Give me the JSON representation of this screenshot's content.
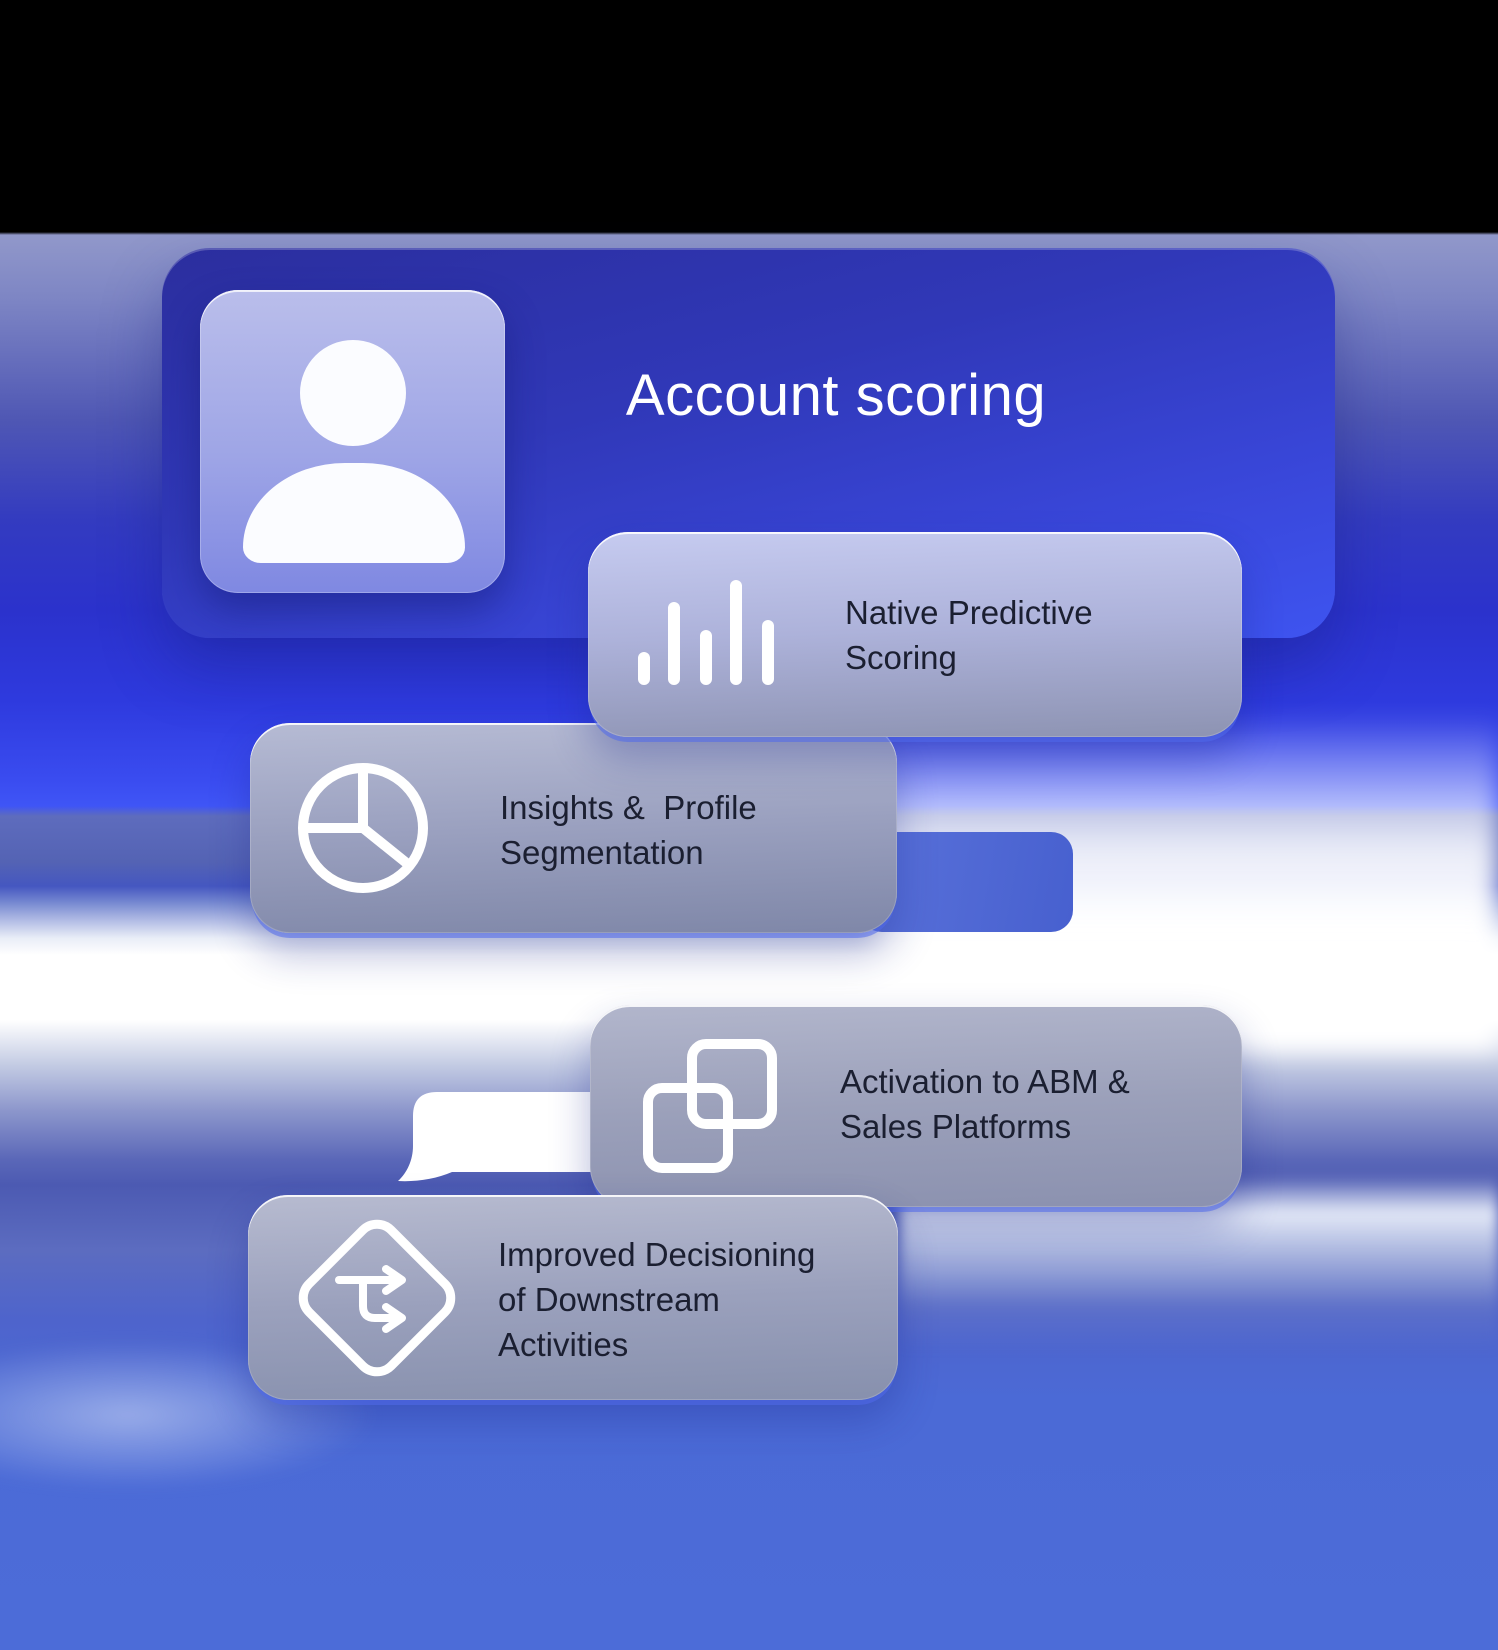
{
  "header": {
    "title": "Account scoring",
    "icon": "user-icon"
  },
  "feature_cards": [
    {
      "label": "Native Predictive\nScoring",
      "icon": "bar-chart-icon"
    },
    {
      "label": "Insights &  Profile\nSegmentation",
      "icon": "pie-chart-icon"
    },
    {
      "label": "Activation to ABM &\nSales Platforms",
      "icon": "overlapping-squares-icon"
    },
    {
      "label": "Improved Decisioning\nof Downstream\nActivities",
      "icon": "shuffle-arrows-icon"
    }
  ],
  "colors": {
    "main_card_indigo_top": "#2b2e9e",
    "main_card_indigo_bottom": "#3e54f0",
    "glass_tint_top": "#c6cbf0",
    "glass_tint_bottom": "#8790ad",
    "background_cornflower": "#4c6cd8",
    "background_deep_blue": "#2b32cc",
    "sheen_white": "#ffffff",
    "label_text": "#1b1f31",
    "title_text": "#ffffff"
  }
}
